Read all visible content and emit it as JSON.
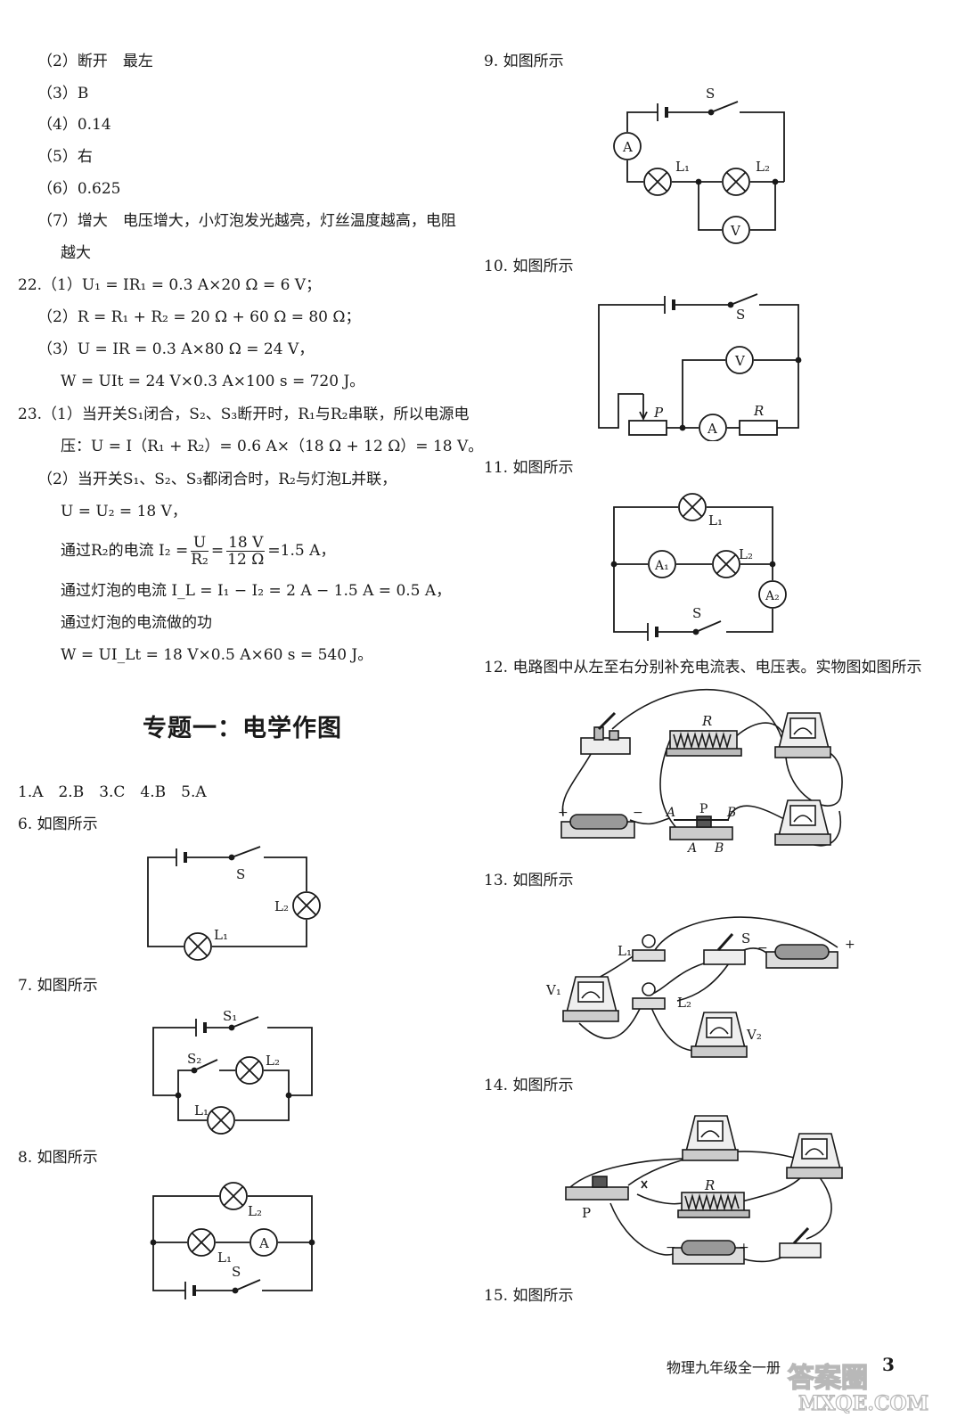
{
  "left": {
    "lines": [
      "（2）断开　最左",
      "（3）B",
      "（4）0.14",
      "（5）右",
      "（6）0.625",
      "（7）增大　电压增大，小灯泡发光越亮，灯丝温度越高，电阻",
      "越大",
      "22.（1）U₁ = IR₁ = 0.3 A×20 Ω = 6 V；",
      "（2）R = R₁ + R₂ = 20 Ω + 60 Ω = 80 Ω；",
      "（3）U = IR = 0.3 A×80 Ω = 24 V，",
      "W = UIt = 24 V×0.3 A×100 s = 720 J。",
      "23.（1）当开关S₁闭合，S₂、S₃断开时，R₁与R₂串联，所以电源电",
      "压：U = I（R₁ + R₂）= 0.6 A×（18 Ω + 12 Ω）= 18 V。",
      "（2）当开关S₁、S₂、S₃都闭合时，R₂与灯泡L并联，",
      "U = U₂ = 18 V，",
      "通过灯泡的电流 I_L = I₁ − I₂ = 2 A − 1.5 A = 0.5 A，",
      "通过灯泡的电流做的功",
      "W = UI_Lt = 18 V×0.5 A×60 s = 540 J。"
    ],
    "r2_prefix": "通过R₂的电流 I₂ =",
    "r2_num1": "U",
    "r2_den1": "R₂",
    "r2_eq": "=",
    "r2_num2": "18 V",
    "r2_den2": "12 Ω",
    "r2_result": "=1.5 A，",
    "section_title": "专题一：电学作图",
    "answers": "1.A　2.B　3.C　4.B　5.A",
    "q6": "6. 如图所示",
    "q7": "7. 如图所示",
    "q8": "8. 如图所示"
  },
  "right": {
    "q9": "9. 如图所示",
    "q10": "10. 如图所示",
    "q11": "11. 如图所示",
    "q12": "12. 电路图中从左至右分别补充电流表、电压表。实物图如图所示",
    "q13": "13. 如图所示",
    "q14": "14. 如图所示",
    "q15": "15. 如图所示"
  },
  "labels": {
    "S": "S",
    "S1": "S₁",
    "S2": "S₂",
    "L1": "L₁",
    "L2": "L₂",
    "A": "A",
    "A1": "A₁",
    "A2": "A₂",
    "V": "V",
    "V1": "V₁",
    "V2": "V₂",
    "R": "R",
    "P": "P",
    "plus": "+",
    "minus": "−",
    "Aend": "A",
    "Bend": "B"
  },
  "footer": {
    "book": "物理九年级全一册",
    "page": "3"
  },
  "watermark": {
    "text": "答案圈",
    "url": "MXQE.COM"
  }
}
